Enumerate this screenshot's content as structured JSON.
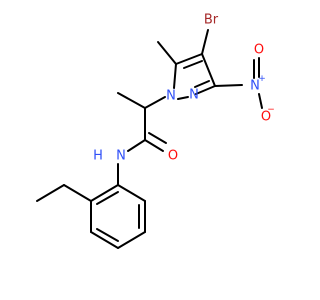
{
  "molecule": {
    "atoms": {
      "br": {
        "symbol": "Br",
        "color": "#a62929"
      },
      "n_pyrazole_1": {
        "symbol": "N",
        "color": "#3050f8"
      },
      "n_pyrazole_2": {
        "symbol": "N",
        "color": "#3050f8"
      },
      "n_nitro": {
        "symbol": "N",
        "color": "#3050f8",
        "charge": "+"
      },
      "o_nitro_top": {
        "symbol": "O",
        "color": "#ff0d0d"
      },
      "o_nitro_bottom": {
        "symbol": "O",
        "color": "#ff0d0d",
        "charge": "−"
      },
      "nh": {
        "symbol": "N",
        "color": "#3050f8"
      },
      "h": {
        "symbol": "H",
        "color": "#3050f8"
      },
      "o_amide": {
        "symbol": "O",
        "color": "#ff0d0d"
      }
    }
  }
}
